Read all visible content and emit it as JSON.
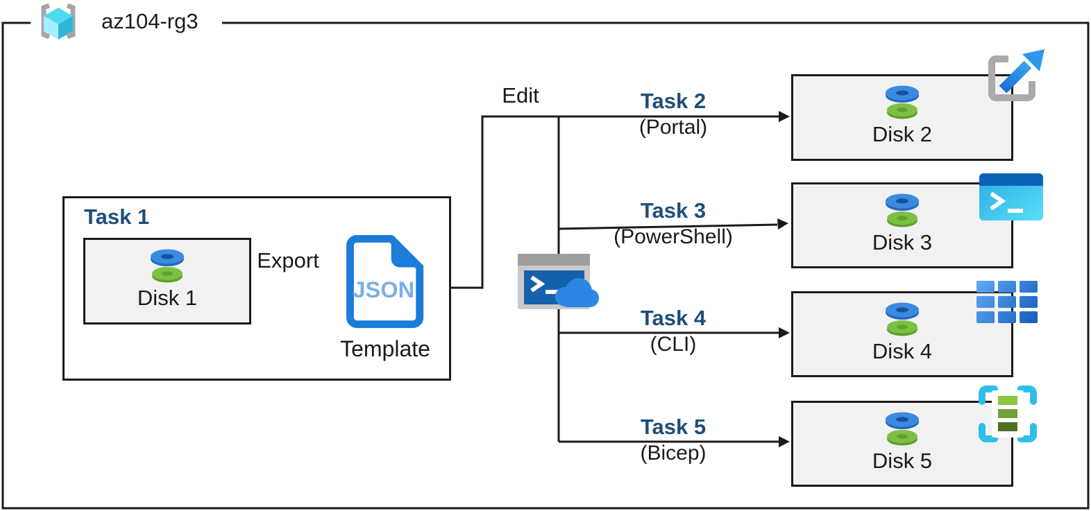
{
  "window": {
    "resource_group": "az104-rg3"
  },
  "task1": {
    "title": "Task 1",
    "source_disk": "Disk 1",
    "export_arrow": "Export",
    "template_file_type": "JSON",
    "template_label": "Template"
  },
  "edit_label": "Edit",
  "tasks": [
    {
      "title": "Task 2",
      "method": "(Portal)",
      "disk": "Disk 2",
      "tool_icon": "azure-portal-icon"
    },
    {
      "title": "Task 3",
      "method": "(PowerShell)",
      "disk": "Disk 3",
      "tool_icon": "powershell-icon"
    },
    {
      "title": "Task 4",
      "method": "(CLI)",
      "disk": "Disk 4",
      "tool_icon": "azure-cli-icon"
    },
    {
      "title": "Task 5",
      "method": "(Bicep)",
      "disk": "Disk 5",
      "tool_icon": "bicep-template-icon"
    }
  ],
  "icons": {
    "resource_group": "azure-resource-group-icon",
    "disk": "managed-disk-icon",
    "template": "json-template-icon",
    "cloud_shell": "cloud-shell-icon"
  },
  "colors": {
    "task_title_blue": "#1F4E79",
    "outline_black": "#1A1A1A",
    "disk_box_fill": "#F1F1F1",
    "disk_blue": "#3B8AE0",
    "disk_green": "#7BC142",
    "json_border_blue": "#1B7CD9",
    "json_text_blue": "#7CAEE8",
    "cube_cyan": "#4ED9F0",
    "bracket_gray": "#A6A6A6",
    "portal_arrow_blue": "#2E96EC",
    "powershell_titlebar": "#0C62B8",
    "powershell_body": "#3FC4EF",
    "cli_grid_blue": "#2B7DE0",
    "bicep_cyan": "#2EBEE8",
    "bicep_green": "#8CC63F",
    "cloud_blue": "#2D87E2",
    "terminal_navy": "#1661AC"
  }
}
